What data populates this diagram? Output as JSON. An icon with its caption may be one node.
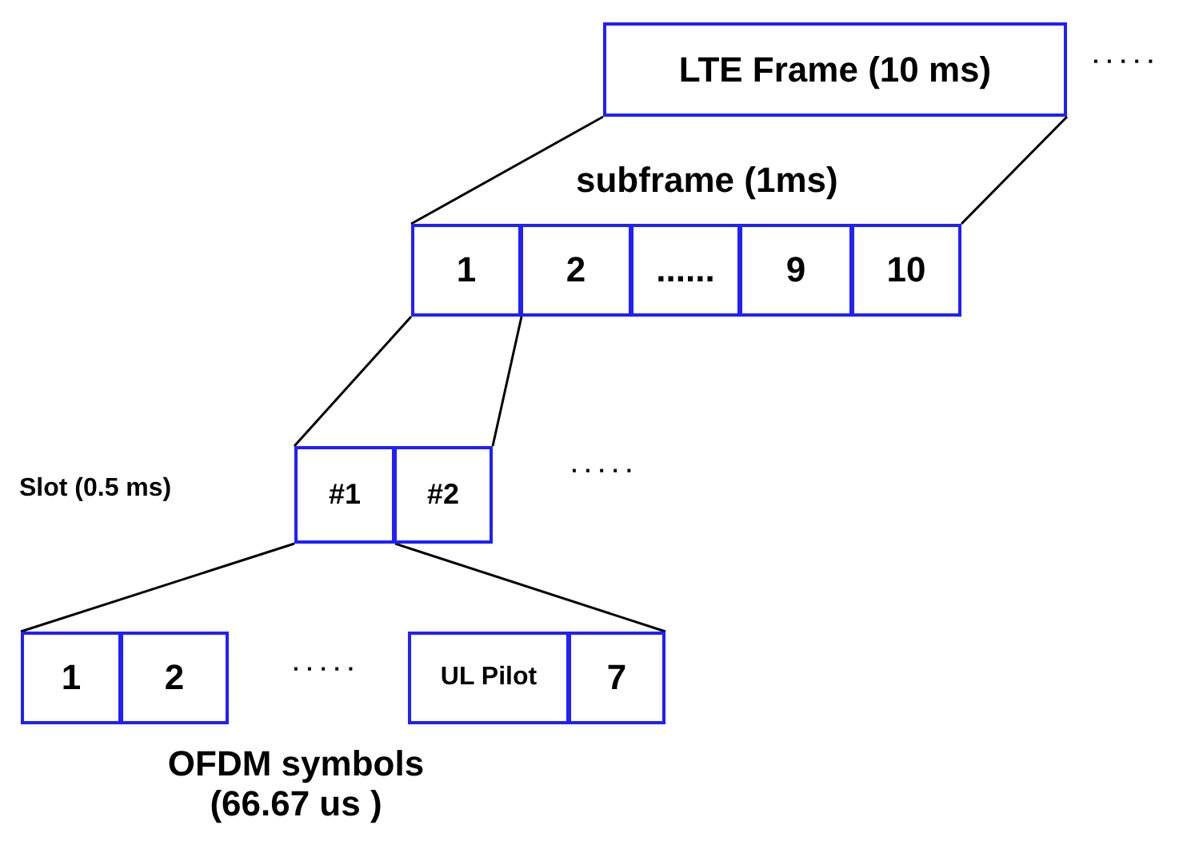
{
  "diagram": {
    "nodes": [
      {
        "text": [
          "LTE Frame (10 ms)"
        ]
      },
      {
        "text": [
          "1"
        ]
      },
      {
        "text": [
          "2"
        ]
      },
      {
        "text": [
          "......"
        ]
      },
      {
        "text": [
          "9"
        ]
      },
      {
        "text": [
          "10"
        ]
      },
      {
        "text": [
          "#1"
        ]
      },
      {
        "text": [
          "#2"
        ]
      },
      {
        "text": [
          "1"
        ]
      },
      {
        "text": [
          "2"
        ]
      },
      {
        "text": [
          "UL Pilot"
        ]
      },
      {
        "text": [
          "7"
        ]
      }
    ],
    "edges": [
      {
        "from": 0,
        "to": 1,
        "arrow": "none"
      },
      {
        "from": 0,
        "to": 5,
        "arrow": "none"
      },
      {
        "from": 1,
        "to": 6,
        "arrow": "none"
      },
      {
        "from": 1,
        "to": 7,
        "arrow": "none"
      },
      {
        "from": 6,
        "to": 8,
        "arrow": "none"
      },
      {
        "from": 6,
        "to": 11,
        "arrow": "none"
      }
    ],
    "labels": [
      "· · · · ·",
      "subframe (1ms)",
      "Slot (0.5 ms)",
      "· · · · ·",
      "· · · · ·",
      "OFDM symbols (66.67 us )"
    ]
  }
}
